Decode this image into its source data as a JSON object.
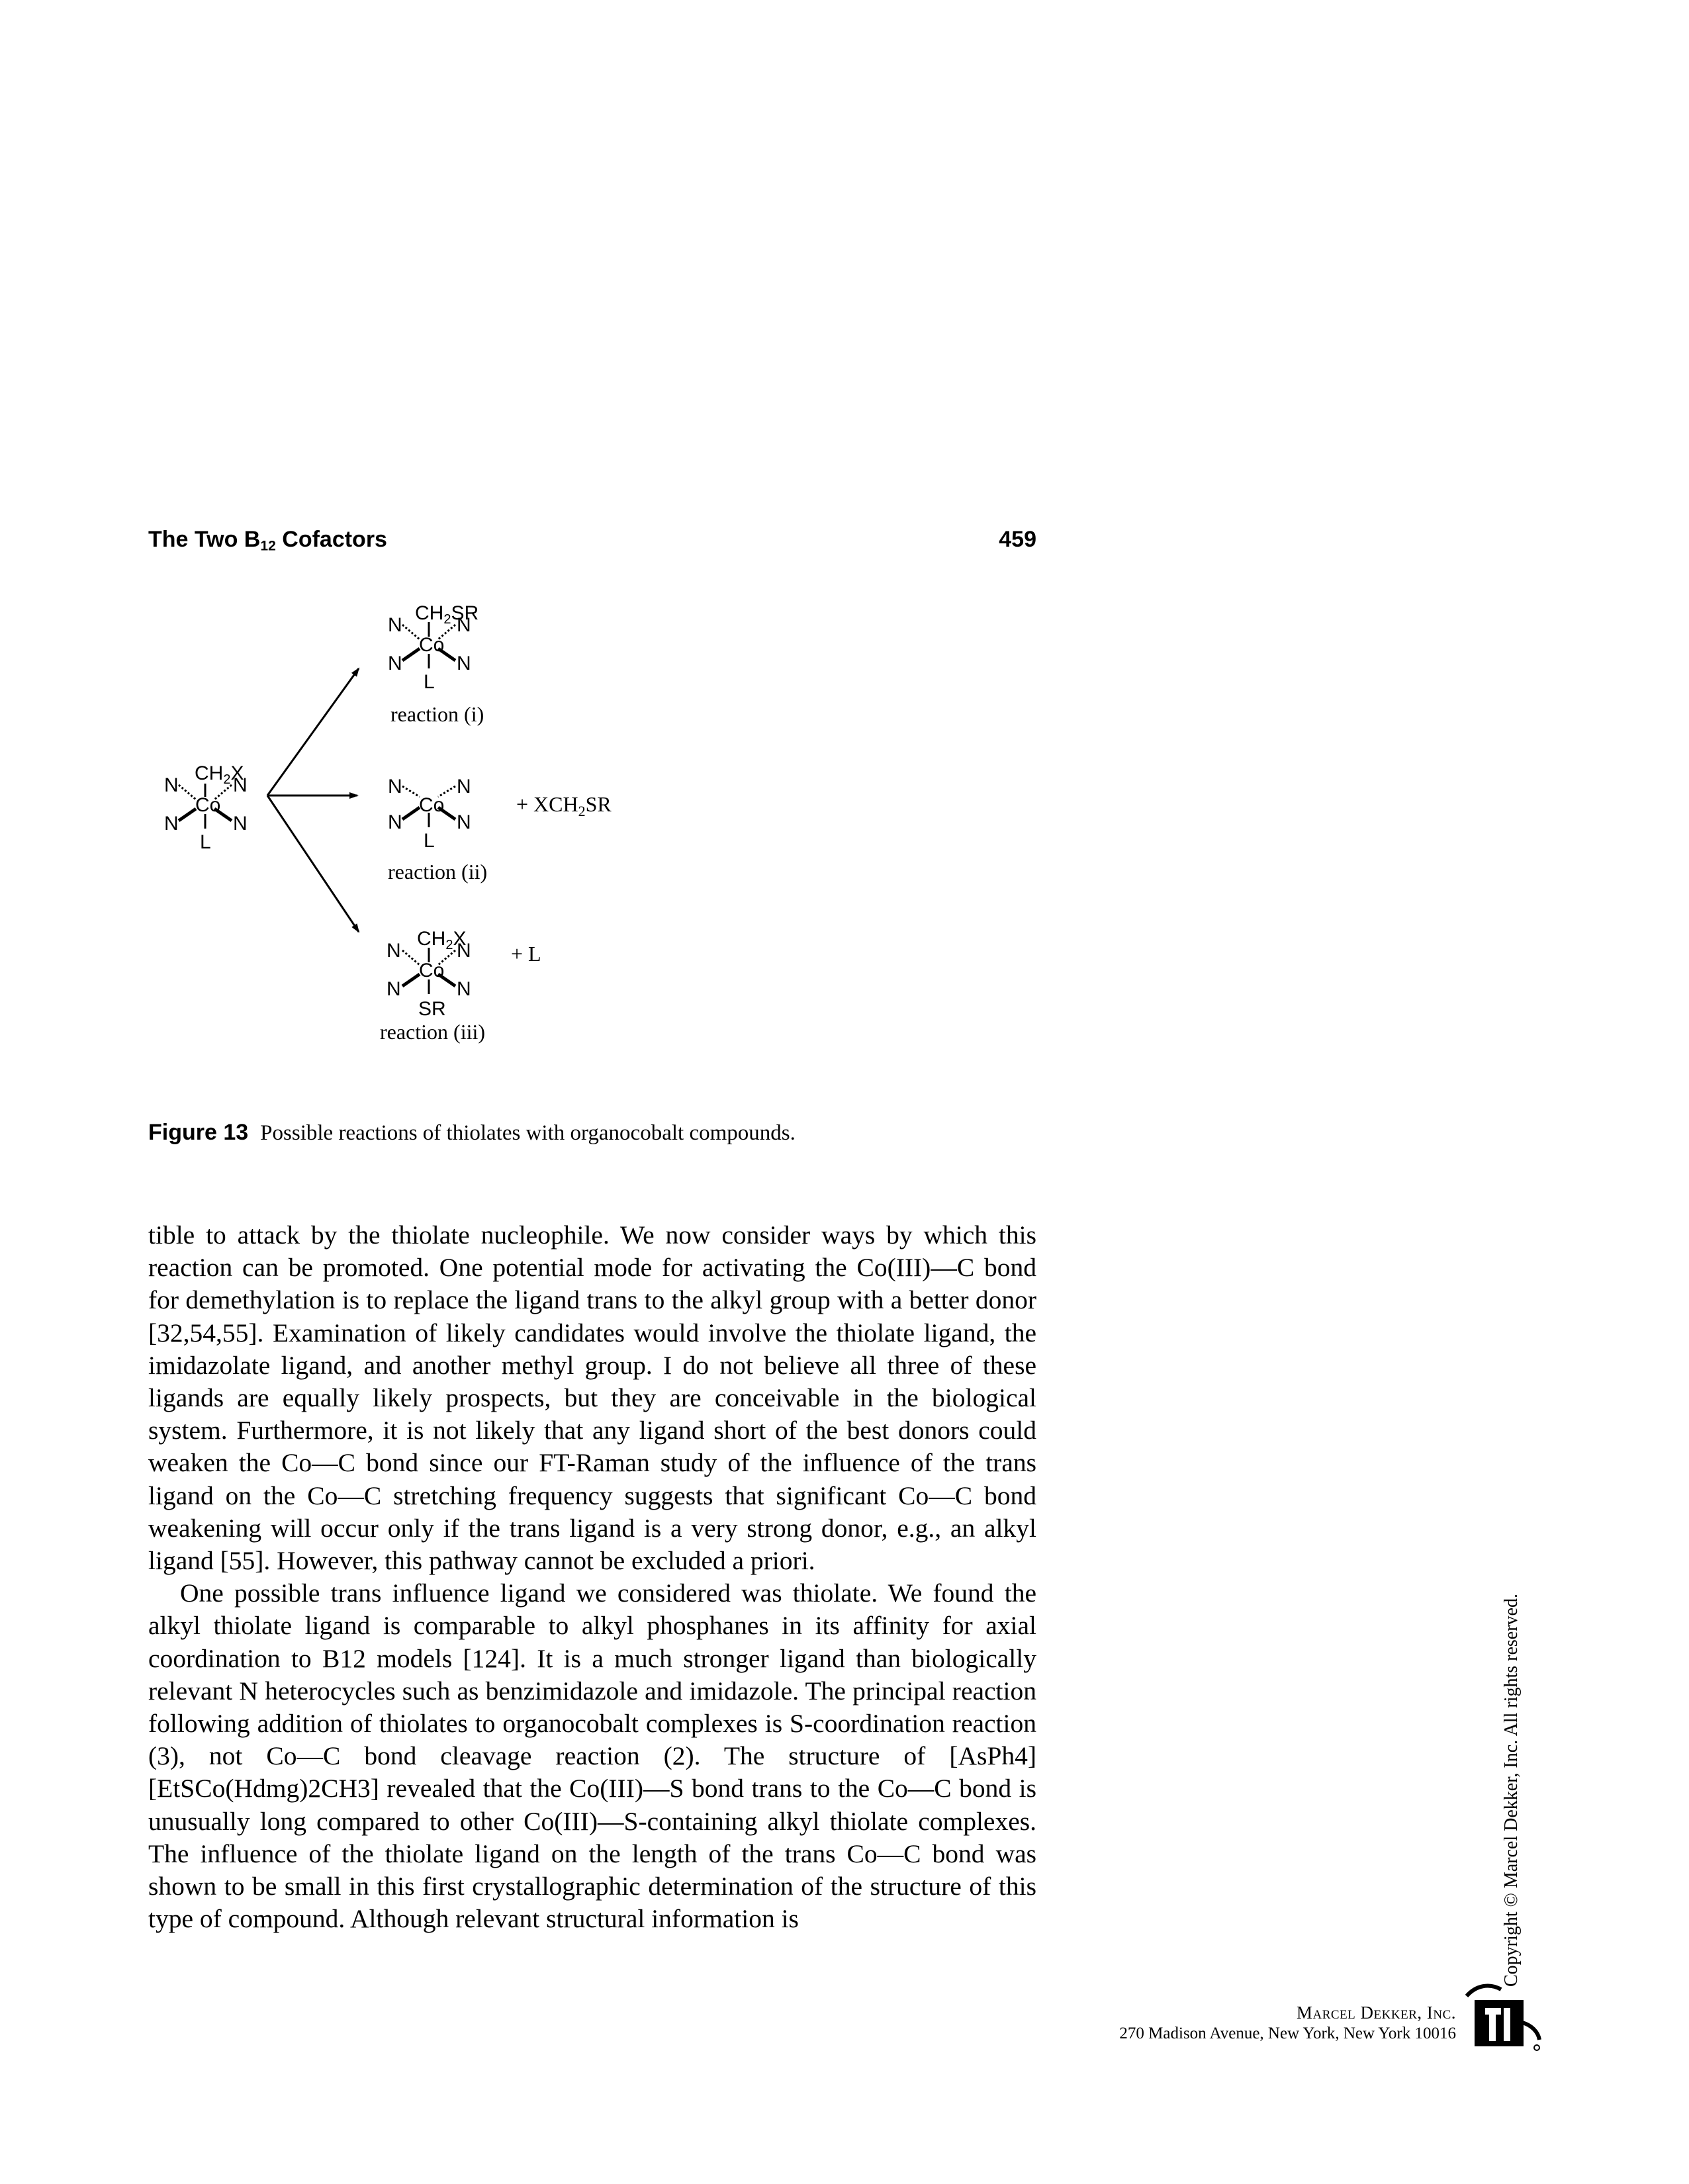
{
  "header": {
    "title": "The Two B12 Cofactors",
    "title_main": "The Two B",
    "title_sub": "12",
    "title_end": " Cofactors",
    "page_number": "459"
  },
  "scheme": {
    "reactant": {
      "axial_top": "CH2X",
      "equatorial": "N",
      "center": "Co",
      "axial_bottom": "L"
    },
    "product_i": {
      "axial_top": "CH2SR",
      "center": "Co",
      "axial_bottom": "L",
      "label": "reaction (i)"
    },
    "product_ii": {
      "center": "Co",
      "axial_bottom": "L",
      "coproduct": "+ XCH2SR",
      "label": "reaction (ii)"
    },
    "product_iii": {
      "axial_top": "CH2X",
      "center": "Co",
      "axial_bottom": "SR",
      "coproduct": "+ L",
      "label": "reaction (iii)"
    }
  },
  "figure": {
    "label": "Figure 13",
    "caption": "Possible reactions of thiolates with organocobalt compounds."
  },
  "body": {
    "paragraph_1": "tible to attack by the thiolate nucleophile. We now consider ways by which this reaction can be promoted. One potential mode for activating the Co(III)—C bond for demethylation is to replace the ligand trans to the alkyl group with a better donor [32,54,55]. Examination of likely candidates would involve the thiolate ligand, the imidazolate ligand, and another methyl group. I do not believe all three of these ligands are equally likely prospects, but they are conceivable in the biological system. Furthermore, it is not likely that any ligand short of the best donors could weaken the Co—C bond since our FT-Raman study of the influence of the trans ligand on the Co—C stretching frequency suggests that significant Co—C bond weakening will occur only if the trans ligand is a very strong donor, e.g., an alkyl ligand [55]. However, this pathway cannot be excluded a priori.",
    "paragraph_2": "One possible trans influence ligand we considered was thiolate. We found the alkyl thiolate ligand is comparable to alkyl phosphanes in its affinity for axial coordination to B12 models [124]. It is a much stronger ligand than biologically relevant N heterocycles such as benzimidazole and imidazole. The principal reaction following addition of thiolates to organocobalt complexes is S-coordination reaction (3), not Co—C bond cleavage reaction (2). The structure of [AsPh4][EtSCo(Hdmg)2CH3] revealed that the Co(III)—S bond trans to the Co—C bond is unusually long compared to other Co(III)—S-containing alkyl thiolate complexes. The influence of the thiolate ligand on the length of the trans Co—C bond was shown to be small in this first crystallographic determination of the structure of this type of compound. Although relevant structural information is"
  },
  "sidebar": {
    "copyright": "Copyright © Marcel Dekker, Inc. All rights reserved."
  },
  "footer": {
    "publisher": "Marcel Dekker, Inc.",
    "address": "270 Madison Avenue, New York, New York 10016",
    "logo_icon": "publisher-logo-icon"
  }
}
